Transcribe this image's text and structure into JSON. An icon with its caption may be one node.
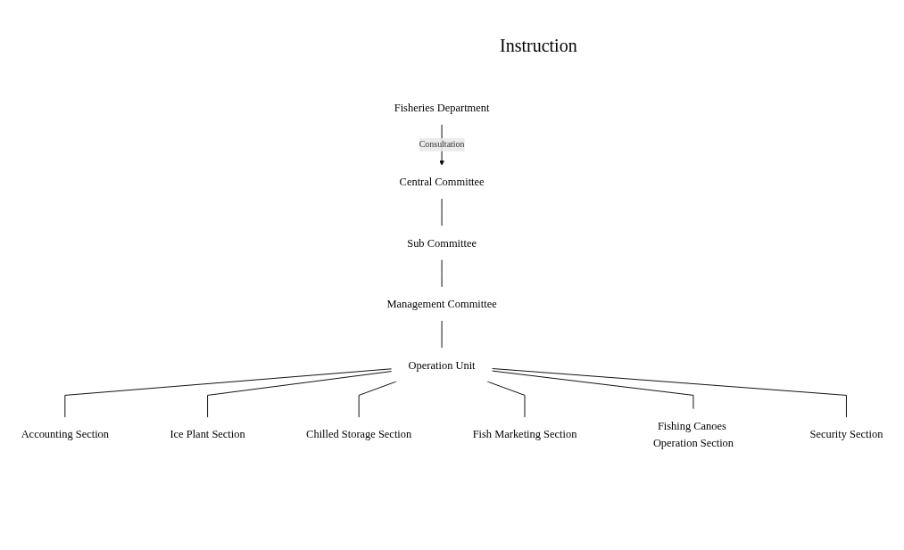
{
  "diagram": {
    "nodes": [
      {
        "text": [
          "Central Committee"
        ]
      },
      {
        "text": [
          "Sub Committee"
        ]
      },
      {
        "text": [
          "Management Committee"
        ]
      },
      {
        "text": [
          "Operation Unit"
        ]
      },
      {
        "text": [
          "Fisheries Department"
        ]
      },
      {
        "text": [
          "Accounting Section"
        ]
      },
      {
        "text": [
          "Ice Plant Section"
        ]
      },
      {
        "text": [
          "Chilled Storage Section"
        ]
      },
      {
        "text": [
          "Fish Marketing Section"
        ]
      },
      {
        "text": [
          "Fishing Canoes Operation Section"
        ]
      },
      {
        "text": [
          "Security Section"
        ]
      }
    ],
    "edges": [
      {
        "from": 4,
        "to": 0,
        "arrow": "to",
        "label": "Consultation"
      },
      {
        "from": 0,
        "to": 1,
        "arrow": "none"
      },
      {
        "from": 1,
        "to": 2,
        "arrow": "none"
      },
      {
        "from": 2,
        "to": 3,
        "arrow": "none"
      },
      {
        "from": 3,
        "to": 5,
        "arrow": "none"
      },
      {
        "from": 3,
        "to": 6,
        "arrow": "none"
      },
      {
        "from": 3,
        "to": 7,
        "arrow": "none"
      },
      {
        "from": 3,
        "to": 8,
        "arrow": "none"
      },
      {
        "from": 3,
        "to": 9,
        "arrow": "none"
      },
      {
        "from": 3,
        "to": 10,
        "arrow": "none"
      }
    ],
    "labels": [
      "Instruction"
    ]
  }
}
